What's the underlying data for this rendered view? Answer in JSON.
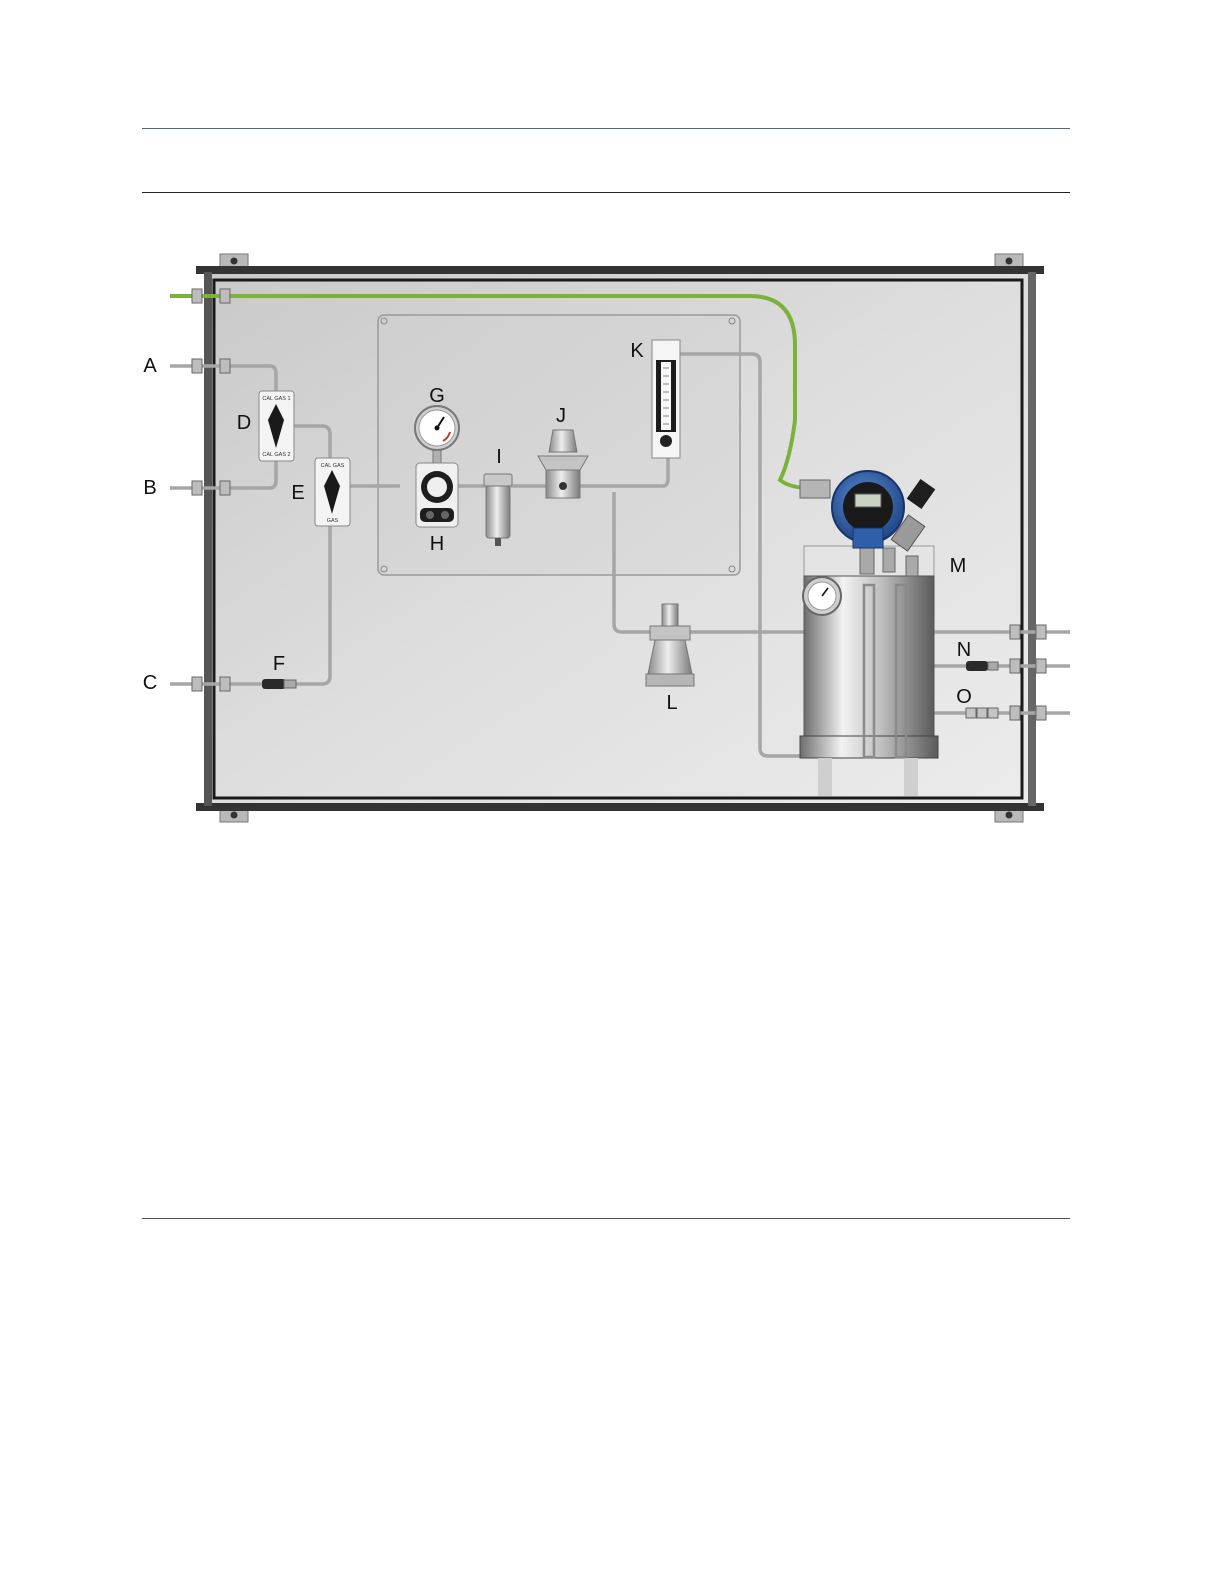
{
  "labels": {
    "A": "A",
    "B": "B",
    "C": "C",
    "D": "D",
    "E": "E",
    "F": "F",
    "G": "G",
    "H": "H",
    "I": "I",
    "J": "J",
    "K": "K",
    "L": "L",
    "M": "M",
    "N": "N",
    "O": "O"
  },
  "valve_d": {
    "top": "CAL GAS 1",
    "bottom": "CAL GAS 2"
  },
  "valve_e": {
    "top": "CAL GAS",
    "bottom": "GAS"
  },
  "colors": {
    "tubing": "#a8a8a8",
    "ground_wire": "#7bb33a",
    "transmitter": "#2f5fa8",
    "panel": "#d9d9d9"
  }
}
